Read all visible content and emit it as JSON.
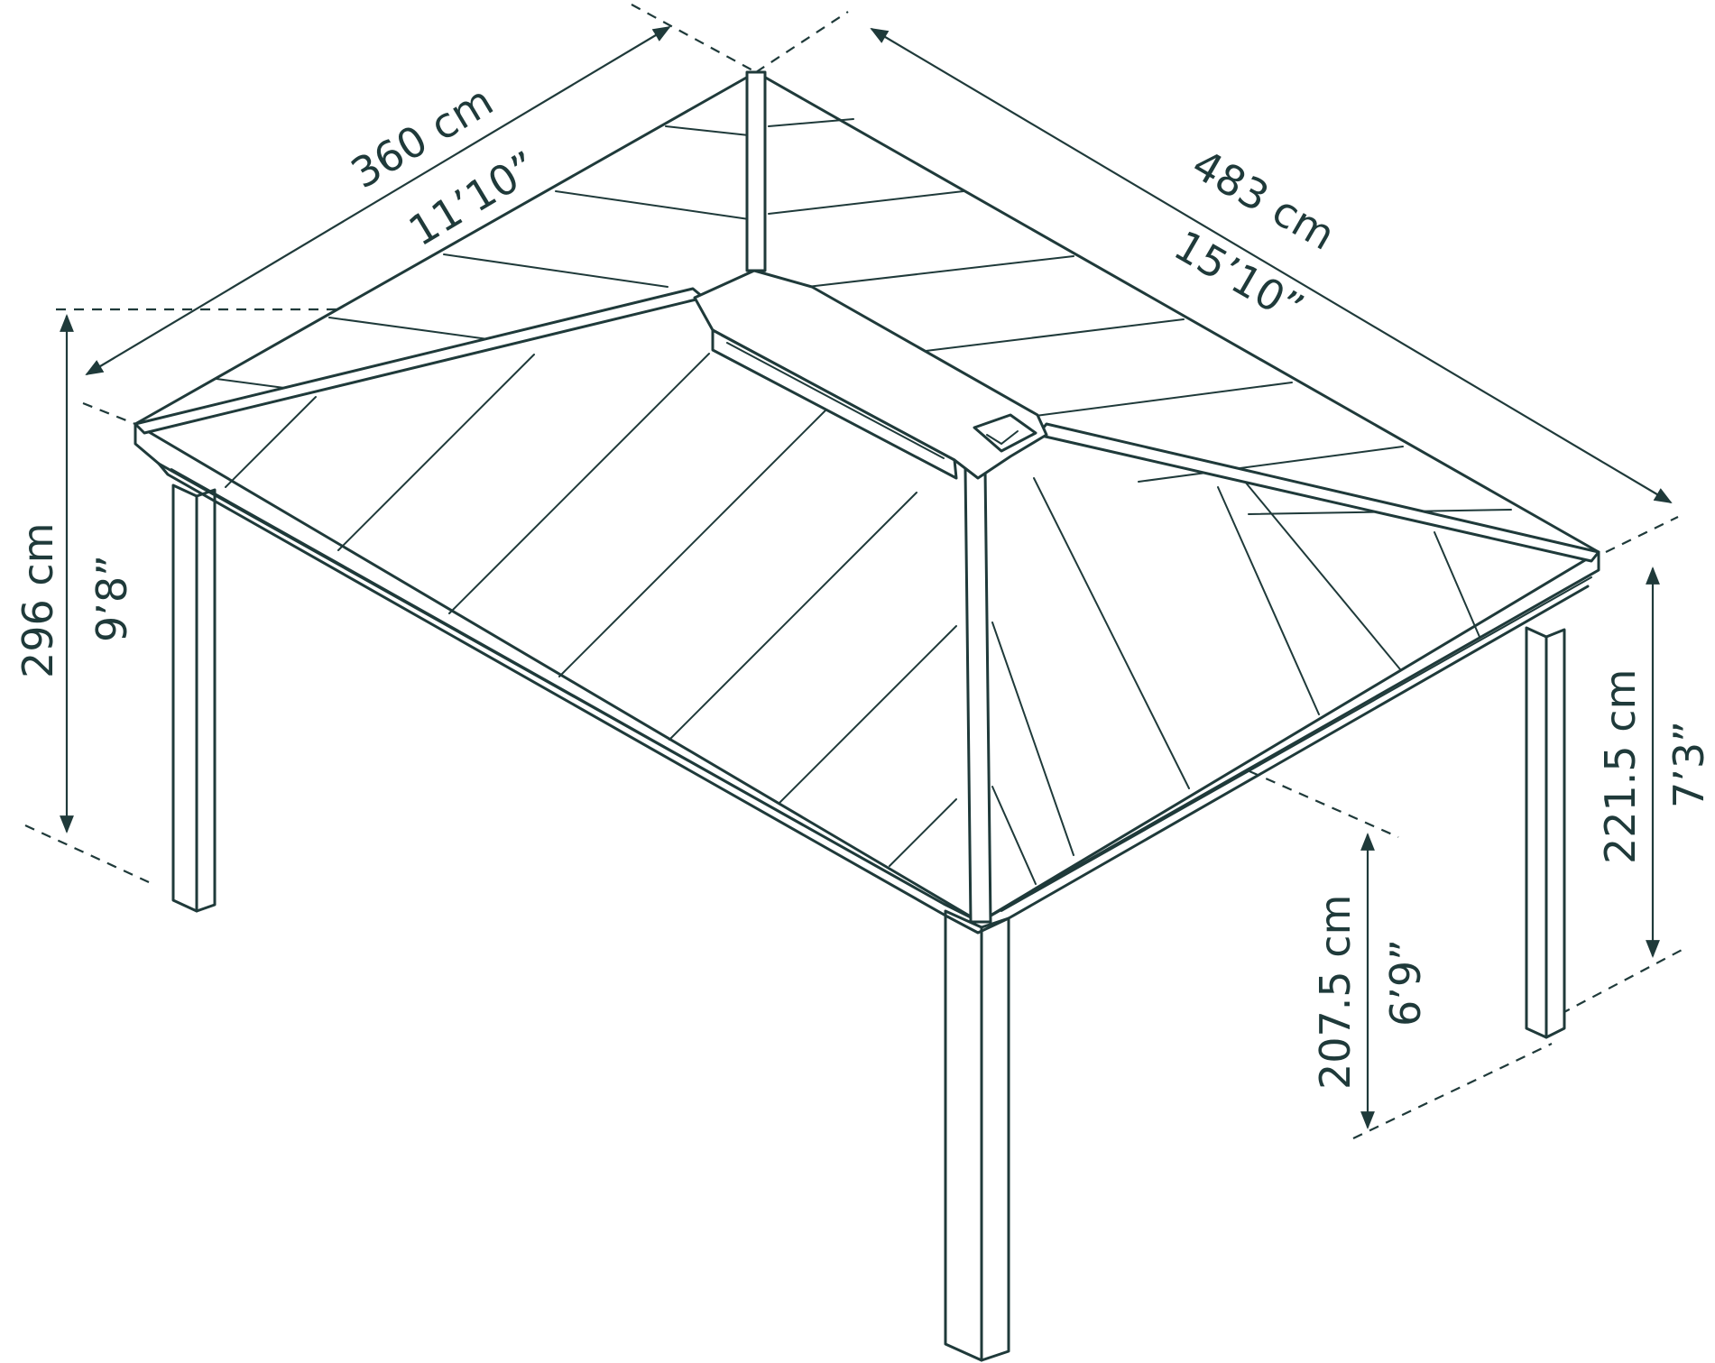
{
  "diagram": {
    "colors": {
      "line": "#1f3a3a",
      "background": "#ffffff"
    },
    "dimensions": {
      "depth": {
        "metric": "360 cm",
        "imperial": "11’10”"
      },
      "width": {
        "metric": "483 cm",
        "imperial": "15’10”"
      },
      "total_height": {
        "metric": "296 cm",
        "imperial": "9’8”"
      },
      "eave_height": {
        "metric": "221.5 cm",
        "imperial": "7’3”"
      },
      "clearance_height": {
        "metric": "207.5 cm",
        "imperial": "6’9”"
      }
    }
  }
}
